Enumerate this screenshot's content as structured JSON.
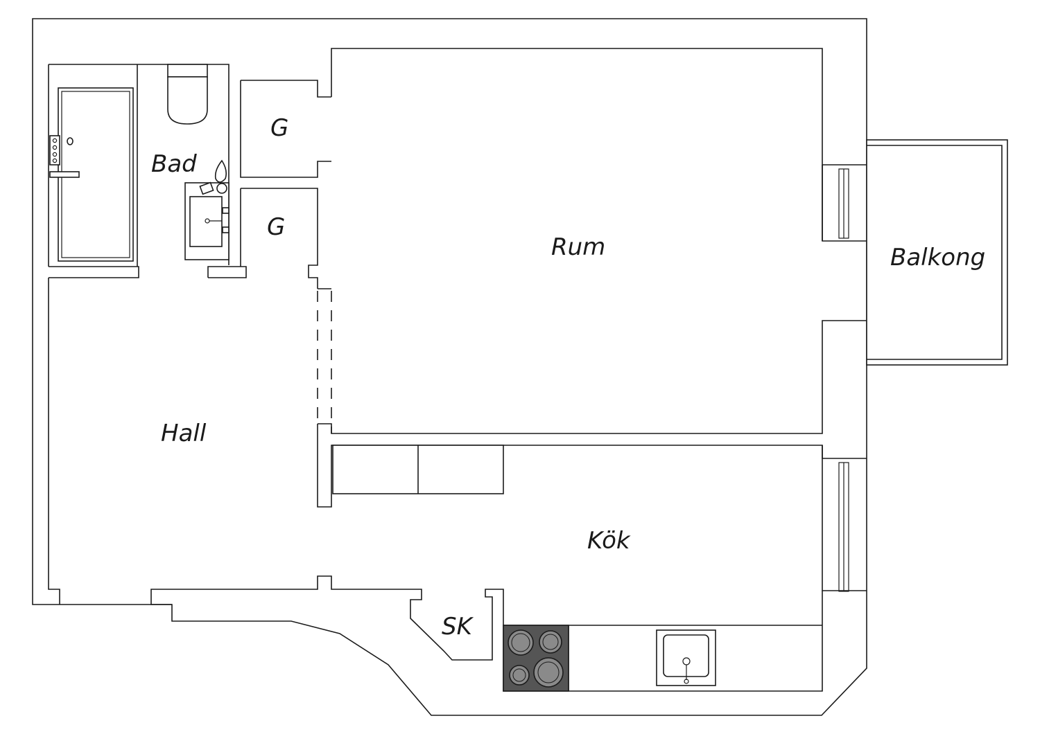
{
  "rooms": {
    "bad": "Bad",
    "g_upper": "G",
    "g_lower": "G",
    "rum": "Rum",
    "balkong": "Balkong",
    "hall": "Hall",
    "kok": "Kök",
    "sk": "SK"
  },
  "colors": {
    "line": "#1a1a1a",
    "background": "#ffffff",
    "stove": "#555555",
    "burner": "#8a8a8a"
  },
  "icons": {
    "bathtub": "bathtub-icon",
    "toilet": "toilet-icon",
    "sink": "bathroom-sink-icon",
    "stove": "stove-icon",
    "kitchen_sink": "kitchen-sink-icon"
  }
}
